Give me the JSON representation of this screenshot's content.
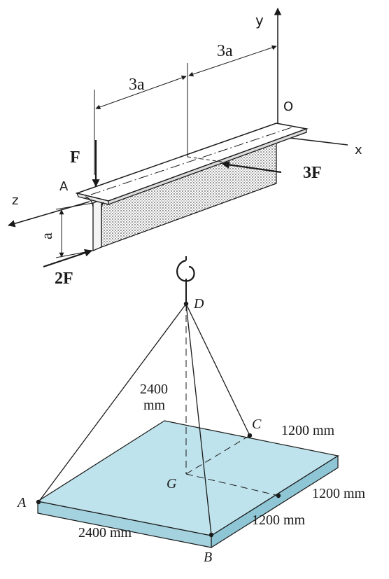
{
  "figure1": {
    "labels": {
      "axis_y": "y",
      "axis_x": "x",
      "axis_z": "z",
      "origin": "O",
      "point_a": "A",
      "dim_left": "3a",
      "dim_right": "3a",
      "dim_vertical": "a",
      "force_f": "F",
      "force_3f": "3F",
      "force_2f": "2F"
    }
  },
  "figure2": {
    "labels": {
      "point_d": "D",
      "point_c": "C",
      "point_g": "G",
      "point_a": "A",
      "point_b": "B",
      "height_value": "2400",
      "height_unit": "mm",
      "dim_top_right": "1200 mm",
      "dim_mid_right": "1200 mm",
      "dim_bottom_right": "1200 mm",
      "dim_bottom_left": "2400 mm"
    },
    "colors": {
      "plate_top": "#bfe3ec",
      "plate_side": "#8fc6d6",
      "plate_front": "#a4d2df"
    }
  }
}
